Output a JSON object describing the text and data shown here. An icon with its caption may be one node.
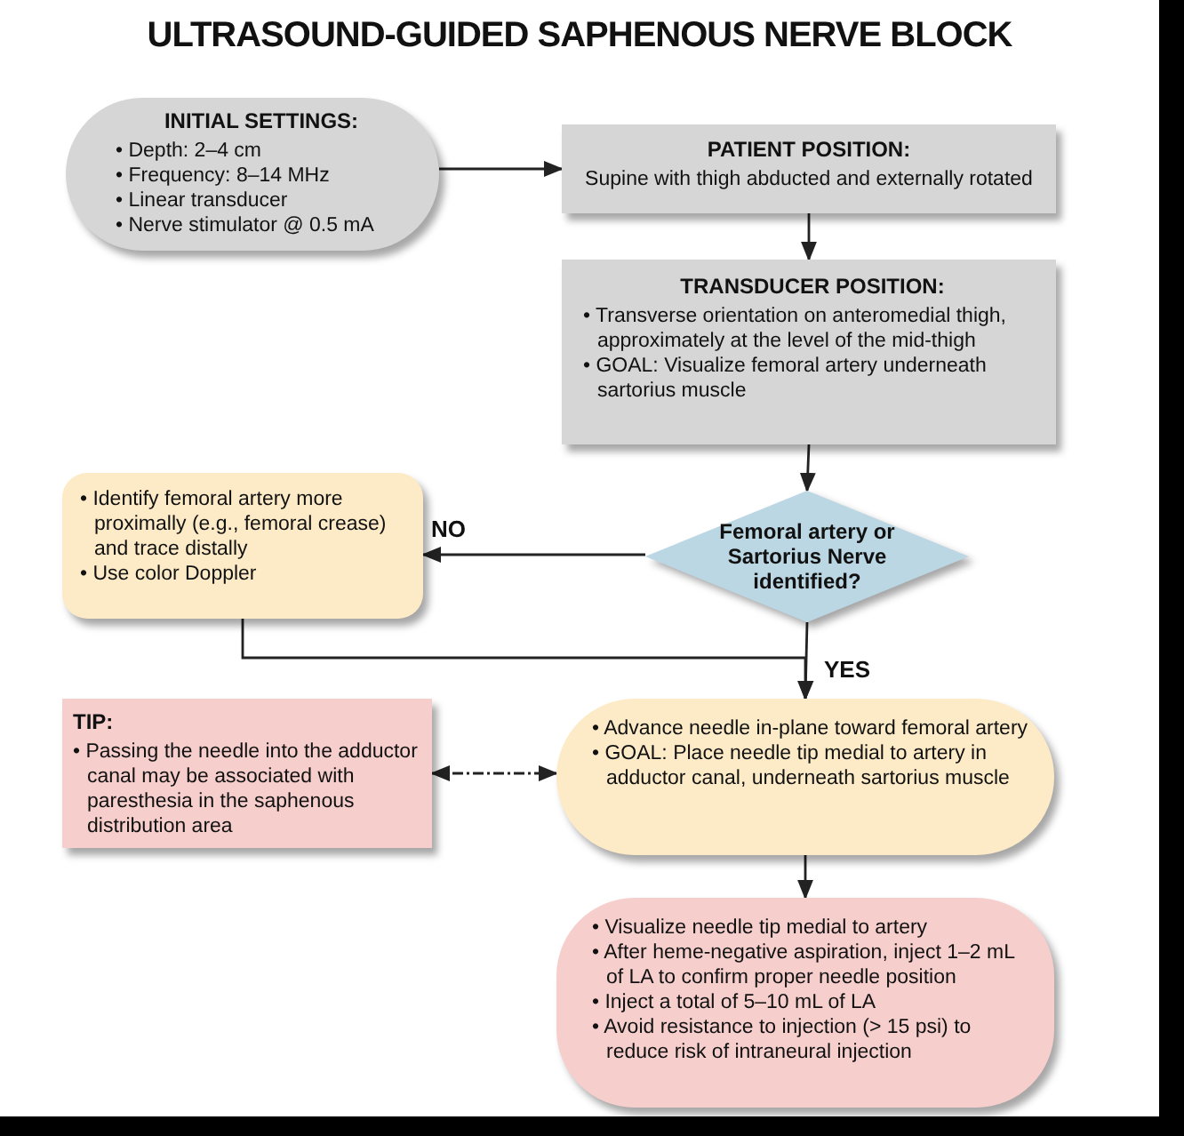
{
  "diagram": {
    "title": "ULTRASOUND-GUIDED SAPHENOUS NERVE BLOCK",
    "nodes": [
      {
        "text": [
          "INITIAL SETTINGS:",
          "• Depth: 2–4 cm",
          "• Frequency: 8–14 MHz",
          "• Linear transducer",
          "• Nerve stimulator @ 0.5 mA"
        ]
      },
      {
        "text": [
          "PATIENT POSITION:",
          "Supine with thigh abducted and externally rotated"
        ]
      },
      {
        "text": [
          "TRANSDUCER POSITION:",
          "• Transverse orientation on anteromedial thigh, approximately at the level of the mid-thigh",
          "• GOAL: Visualize femoral artery underneath sartorius muscle"
        ]
      },
      {
        "text": [
          "Femoral artery or Sartorius Nerve identified?"
        ]
      },
      {
        "text": [
          "• Identify femoral artery more proximally (e.g., femoral crease) and trace distally",
          "• Use color Doppler"
        ]
      },
      {
        "text": [
          "TIP:",
          "• Passing the needle into the adductor canal may be associated with paresthesia in the saphenous distribution area"
        ]
      },
      {
        "text": [
          "• Advance needle in-plane toward femoral artery",
          "• GOAL: Place needle tip medial to artery in adductor canal, underneath sartorius muscle"
        ]
      },
      {
        "text": [
          "• Visualize needle tip medial to artery",
          "• After heme-negative aspiration, inject 1–2 mL of LA to confirm proper needle position",
          "• Inject a total of 5–10 mL of LA",
          "• Avoid resistance to injection (> 15 psi) to reduce risk of intraneural injection"
        ]
      }
    ],
    "edges": [
      {
        "from": 0,
        "to": 1,
        "arrow": "to"
      },
      {
        "from": 1,
        "to": 2,
        "arrow": "to"
      },
      {
        "from": 2,
        "to": 3,
        "arrow": "to"
      },
      {
        "from": 3,
        "to": 4,
        "arrow": "to",
        "label": "NO"
      },
      {
        "from": 3,
        "to": 6,
        "arrow": "to",
        "label": "YES"
      },
      {
        "from": 4,
        "to": 6,
        "arrow": "to"
      },
      {
        "from": 5,
        "to": 6,
        "arrow": "both",
        "style": "dashed"
      },
      {
        "from": 6,
        "to": 7,
        "arrow": "to"
      }
    ]
  }
}
